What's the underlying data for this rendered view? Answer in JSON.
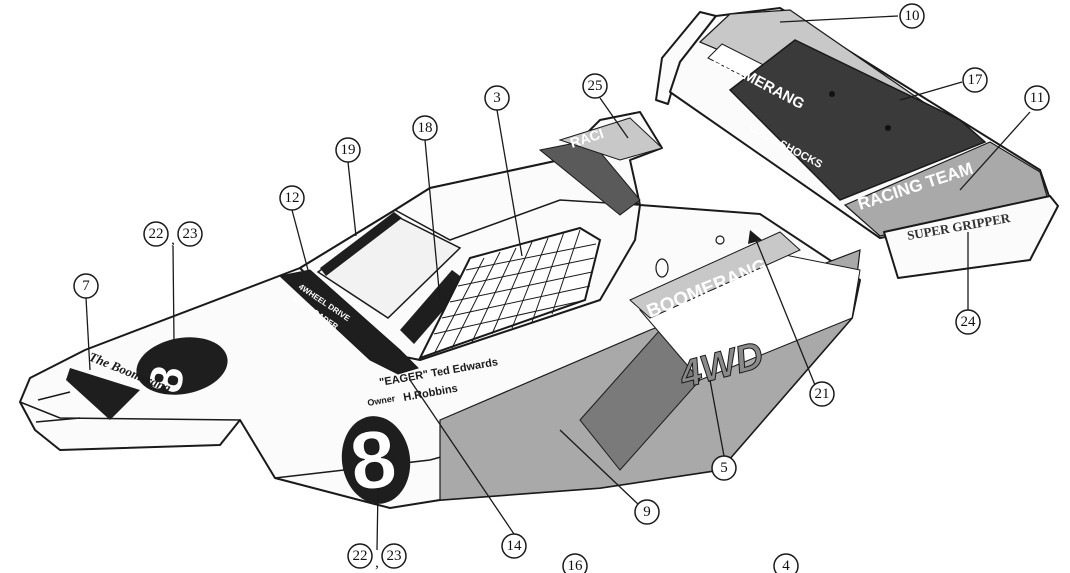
{
  "decals": {
    "race_number": "8",
    "script_name": "The Boomerang",
    "boomerang": "BOOMERANG",
    "four_wd": "4WD",
    "racing_team": "RACING TEAM",
    "super_gripper": "SUPER GRIPPER",
    "cva_shocks": "C.V.A. SHOCKS",
    "four_wheel_drive": "4WHEEL DRIVE",
    "off_roader": "OFF ROADER",
    "driver": "\"EAGER\" Ted Edwards",
    "owner_label": "Owner",
    "owner_name": "H.Robbins",
    "rear_fragment": "RACI"
  },
  "colors": {
    "dark_decal": "#1e1e1e",
    "mid_gray": "#7a7a7a",
    "light_gray": "#a9a9a9",
    "stripe_gray": "#c8c8c8",
    "outline": "#1a1a1a"
  },
  "callouts": [
    {
      "id": "c10",
      "label": "10"
    },
    {
      "id": "c17",
      "label": "17"
    },
    {
      "id": "c11",
      "label": "11"
    },
    {
      "id": "c25",
      "label": "25"
    },
    {
      "id": "c3",
      "label": "3"
    },
    {
      "id": "c18",
      "label": "18"
    },
    {
      "id": "c19",
      "label": "19"
    },
    {
      "id": "c12",
      "label": "12"
    },
    {
      "id": "c22a",
      "label": "22"
    },
    {
      "id": "c23a",
      "label": "23"
    },
    {
      "id": "c7",
      "label": "7"
    },
    {
      "id": "c21",
      "label": "21"
    },
    {
      "id": "c24",
      "label": "24"
    },
    {
      "id": "c5",
      "label": "5"
    },
    {
      "id": "c9",
      "label": "9"
    },
    {
      "id": "c14",
      "label": "14"
    },
    {
      "id": "c22b",
      "label": "22"
    },
    {
      "id": "c23b",
      "label": "23"
    },
    {
      "id": "c16",
      "label": "16"
    },
    {
      "id": "c4",
      "label": "4"
    }
  ]
}
